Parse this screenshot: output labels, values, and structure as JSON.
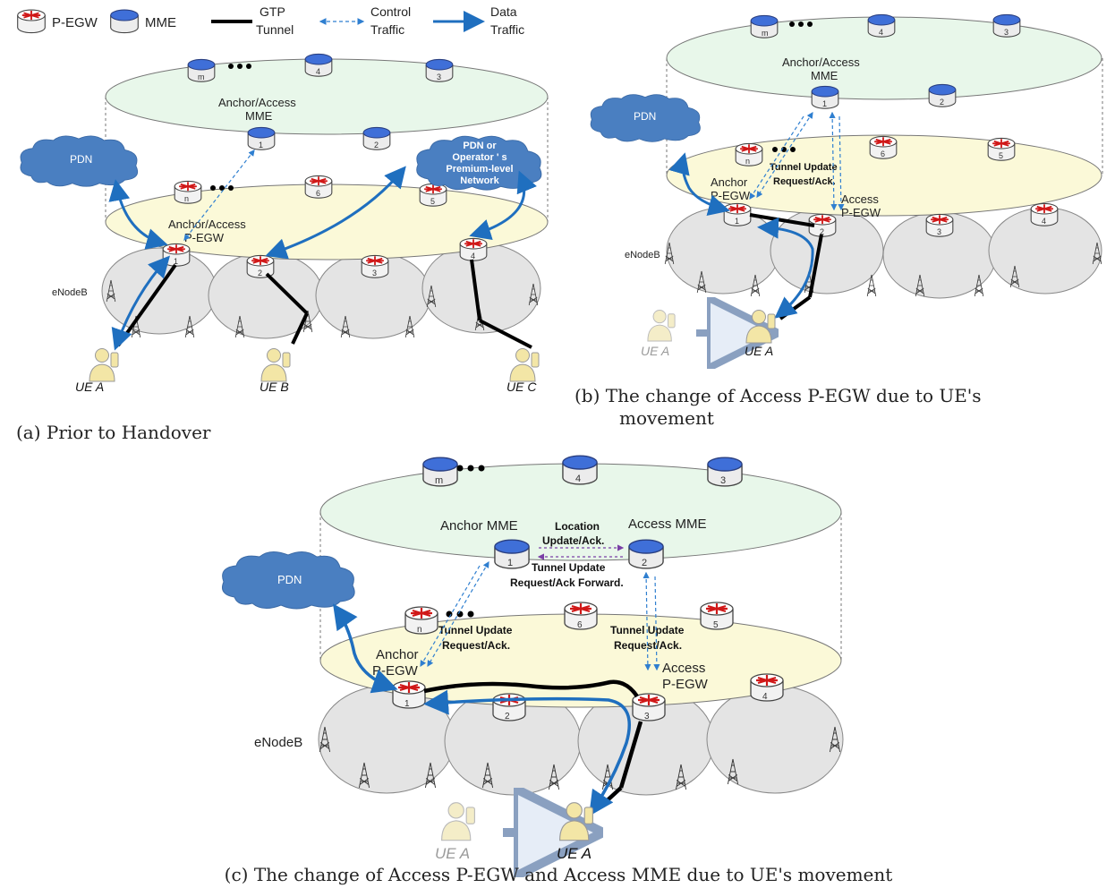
{
  "legend": {
    "pegw": "P-EGW",
    "mme": "MME",
    "gtp": [
      "GTP",
      "Tunnel"
    ],
    "control": [
      "Control",
      "Traffic"
    ],
    "data": [
      "Data",
      "Traffic"
    ]
  },
  "panel_a": {
    "caption": "(a) Prior to Handover",
    "mme_labels": [
      "m",
      "4",
      "3",
      "1",
      "2"
    ],
    "pegw_labels": [
      "n",
      "6",
      "5"
    ],
    "enb_labels": [
      "1",
      "2",
      "3",
      "4"
    ],
    "anchor_mme": [
      "Anchor/Access",
      "MME"
    ],
    "anchor_pegw": [
      "Anchor/Access",
      "P-EGW"
    ],
    "pdn": "PDN",
    "premium": [
      "PDN or",
      "Operator ' s",
      "Premium-level",
      "Network"
    ],
    "enodeb": "eNodeB",
    "ues": [
      "UE A",
      "UE B",
      "UE C"
    ]
  },
  "panel_b": {
    "caption": [
      "(b)  The change of Access P-EGW due to UE's",
      "movement"
    ],
    "mme_labels": [
      "m",
      "4",
      "3",
      "1",
      "2"
    ],
    "pegw_labels": [
      "n",
      "6",
      "5"
    ],
    "enb_labels": [
      "1",
      "2",
      "3",
      "4"
    ],
    "anchor_mme": [
      "Anchor/Access",
      "MME"
    ],
    "pdn": "PDN",
    "tunnel_update": [
      "Tunnel Update",
      "Request/Ack."
    ],
    "anchor": [
      "Anchor",
      "P-EGW"
    ],
    "access": [
      "Access",
      "P-EGW"
    ],
    "enodeb": "eNodeB",
    "ue_old": "UE A",
    "ue_new": "UE A"
  },
  "panel_c": {
    "caption": "(c) The change of Access P-EGW and Access MME due to UE's movement",
    "mme_labels": [
      "m",
      "4",
      "3",
      "1",
      "2"
    ],
    "pegw_labels": [
      "n",
      "6",
      "5"
    ],
    "enb_labels": [
      "1",
      "2",
      "3",
      "4"
    ],
    "anchor_mme": "Anchor MME",
    "access_mme": "Access MME",
    "location_update": [
      "Location",
      "Update/Ack."
    ],
    "tunnel_forward": [
      "Tunnel Update",
      "Request/Ack Forward."
    ],
    "tunnel_update_left": [
      "Tunnel Update",
      "Request/Ack."
    ],
    "tunnel_update_right": [
      "Tunnel Update",
      "Request/Ack."
    ],
    "pdn": "PDN",
    "anchor": [
      "Anchor",
      "P-EGW"
    ],
    "access": [
      "Access",
      "P-EGW"
    ],
    "enodeb": "eNodeB",
    "ue_old": "UE A",
    "ue_new": "UE A"
  }
}
